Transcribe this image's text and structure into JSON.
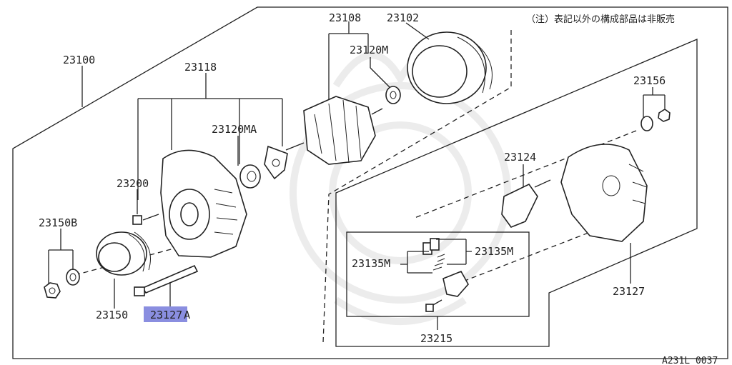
{
  "note": "（注）表記以外の構成部品は非販売",
  "ref_code": "A231L 0037",
  "highlight_color": "#8a8ee0",
  "labels": {
    "p23100": "23100",
    "p23118": "23118",
    "p23108": "23108",
    "p23102": "23102",
    "p23120M": "23120M",
    "p23120MA": "23120MA",
    "p23200": "23200",
    "p23150B": "23150B",
    "p23150": "23150",
    "p23127A_num": "23127",
    "p23127A_suffix": "A",
    "p23156": "23156",
    "p23124": "23124",
    "p23135M_left": "23135M",
    "p23135M_right": "23135M",
    "p23127": "23127",
    "p23215": "23215"
  }
}
